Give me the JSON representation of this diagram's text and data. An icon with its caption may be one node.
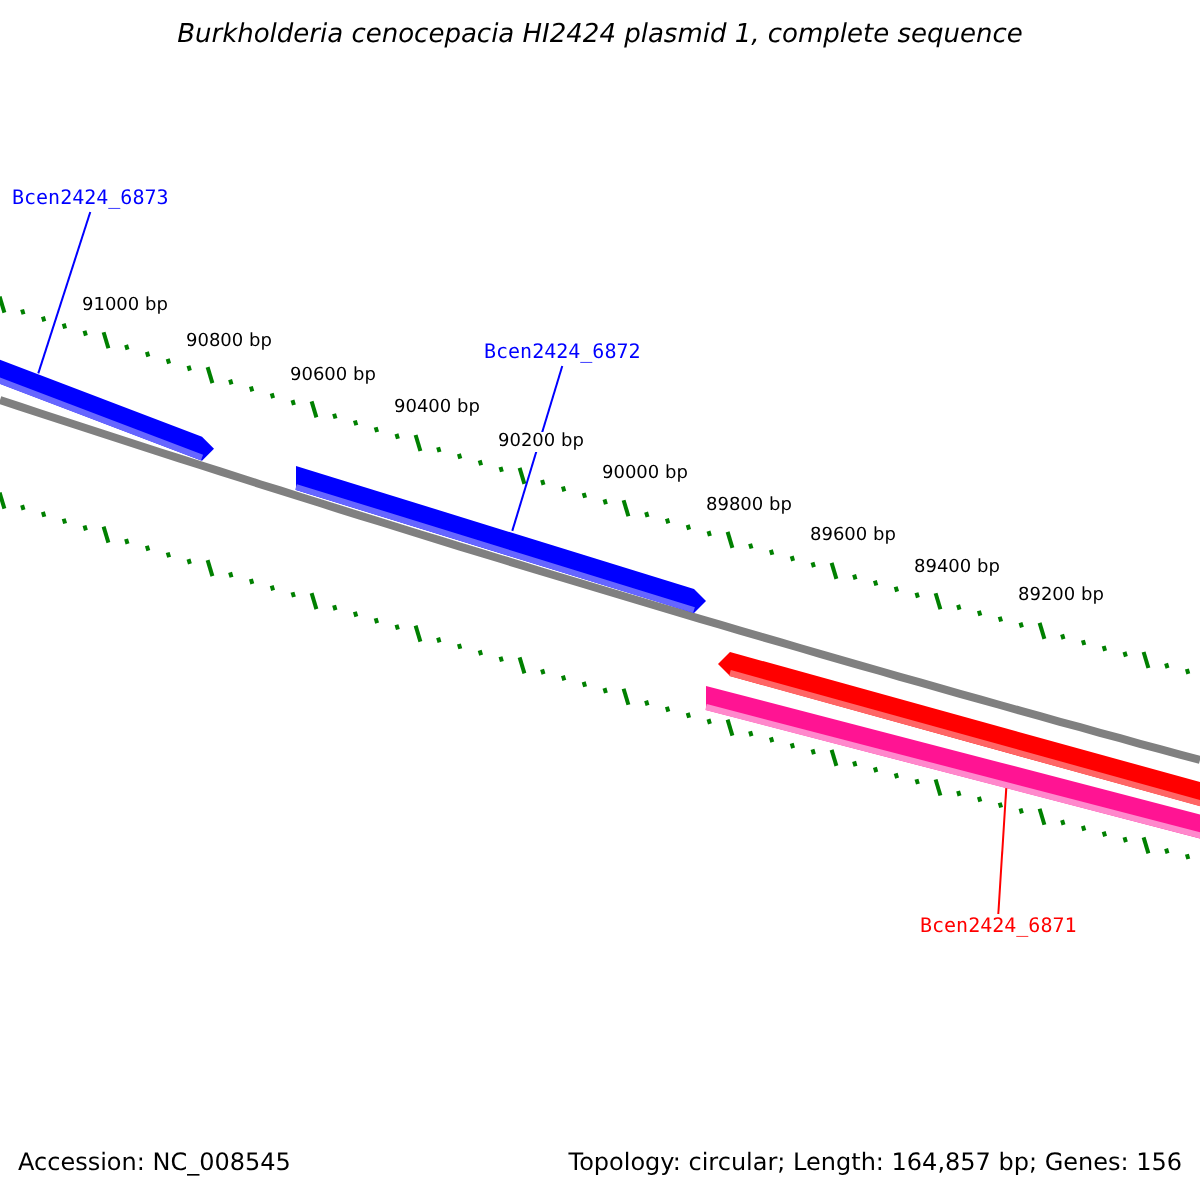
{
  "diagram": {
    "title": "Burkholderia cenocepacia HI2424 plasmid 1, complete sequence",
    "nodes": [
      {
        "text": [
          "Bcen2424_6873"
        ]
      },
      {
        "text": [],
        "shape": "bar"
      },
      {
        "text": [
          "Bcen2424_6872"
        ]
      },
      {
        "text": [],
        "shape": "bar"
      },
      {
        "text": [],
        "shape": "bar"
      },
      {
        "text": [],
        "shape": "bar"
      },
      {
        "text": [
          "Bcen2424_6871"
        ]
      }
    ],
    "edges": [
      {
        "from": 0,
        "to": 1,
        "arrow": "none",
        "color": "#0000ff"
      },
      {
        "from": 2,
        "to": 3,
        "arrow": "none",
        "color": "#0000ff"
      },
      {
        "from": 6,
        "to": 5,
        "arrow": "none",
        "color": "#ff0000"
      }
    ],
    "labels": [
      "91000 bp",
      "90800 bp",
      "90600 bp",
      "90400 bp",
      "90200 bp",
      "90000 bp",
      "89800 bp",
      "89600 bp",
      "89400 bp",
      "89200 bp",
      "Accession: NC_008545",
      "Topology: circular; Length: 164,857 bp; Genes: 156"
    ]
  }
}
